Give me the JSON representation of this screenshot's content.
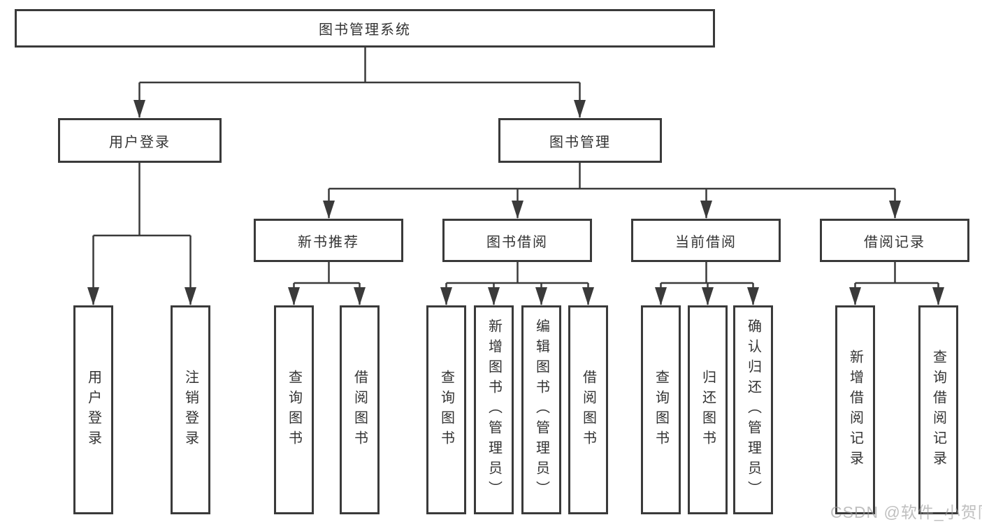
{
  "diagram": {
    "root": "图书管理系统",
    "user_module": {
      "label": "用户登录",
      "children": [
        "用户登录",
        "注销登录"
      ]
    },
    "book_module": {
      "label": "图书管理",
      "sections": [
        {
          "label": "新书推荐",
          "children": [
            "查询图书",
            "借阅图书"
          ]
        },
        {
          "label": "图书借阅",
          "children": [
            "查询图书",
            "新增图书（管理员）",
            "编辑图书（管理员）",
            "借阅图书"
          ]
        },
        {
          "label": "当前借阅",
          "children": [
            "查询图书",
            "归还图书",
            "确认归还（管理员）"
          ]
        },
        {
          "label": "借阅记录",
          "children": [
            "新增借阅记录",
            "查询借阅记录"
          ]
        }
      ]
    }
  },
  "watermark": "CSDN @软件_小贺同学",
  "colors": {
    "line": "#3a3a3a",
    "text": "#333333",
    "background": "#ffffff",
    "watermark": "#999999"
  }
}
